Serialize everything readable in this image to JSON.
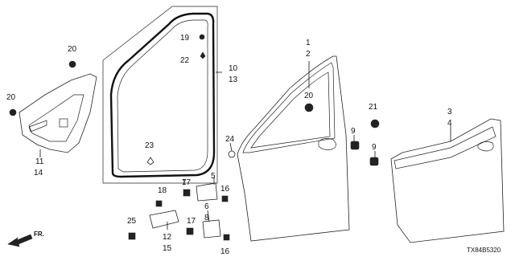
{
  "diagram": {
    "code": "TX84B5320",
    "direction_label": "FR.",
    "callouts": {
      "c1": "1",
      "c2": "2",
      "c3": "3",
      "c4": "4",
      "c5": "5",
      "c6": "6",
      "c7": "7",
      "c8": "8",
      "c9a": "9",
      "c9b": "9",
      "c10": "10",
      "c11": "11",
      "c12": "12",
      "c13": "13",
      "c14": "14",
      "c15": "15",
      "c16a": "16",
      "c16b": "16",
      "c17a": "17",
      "c17b": "17",
      "c18": "18",
      "c19": "19",
      "c20a": "20",
      "c20b": "20",
      "c20c": "20",
      "c21": "21",
      "c22": "22",
      "c23": "23",
      "c24": "24",
      "c25": "25"
    }
  }
}
